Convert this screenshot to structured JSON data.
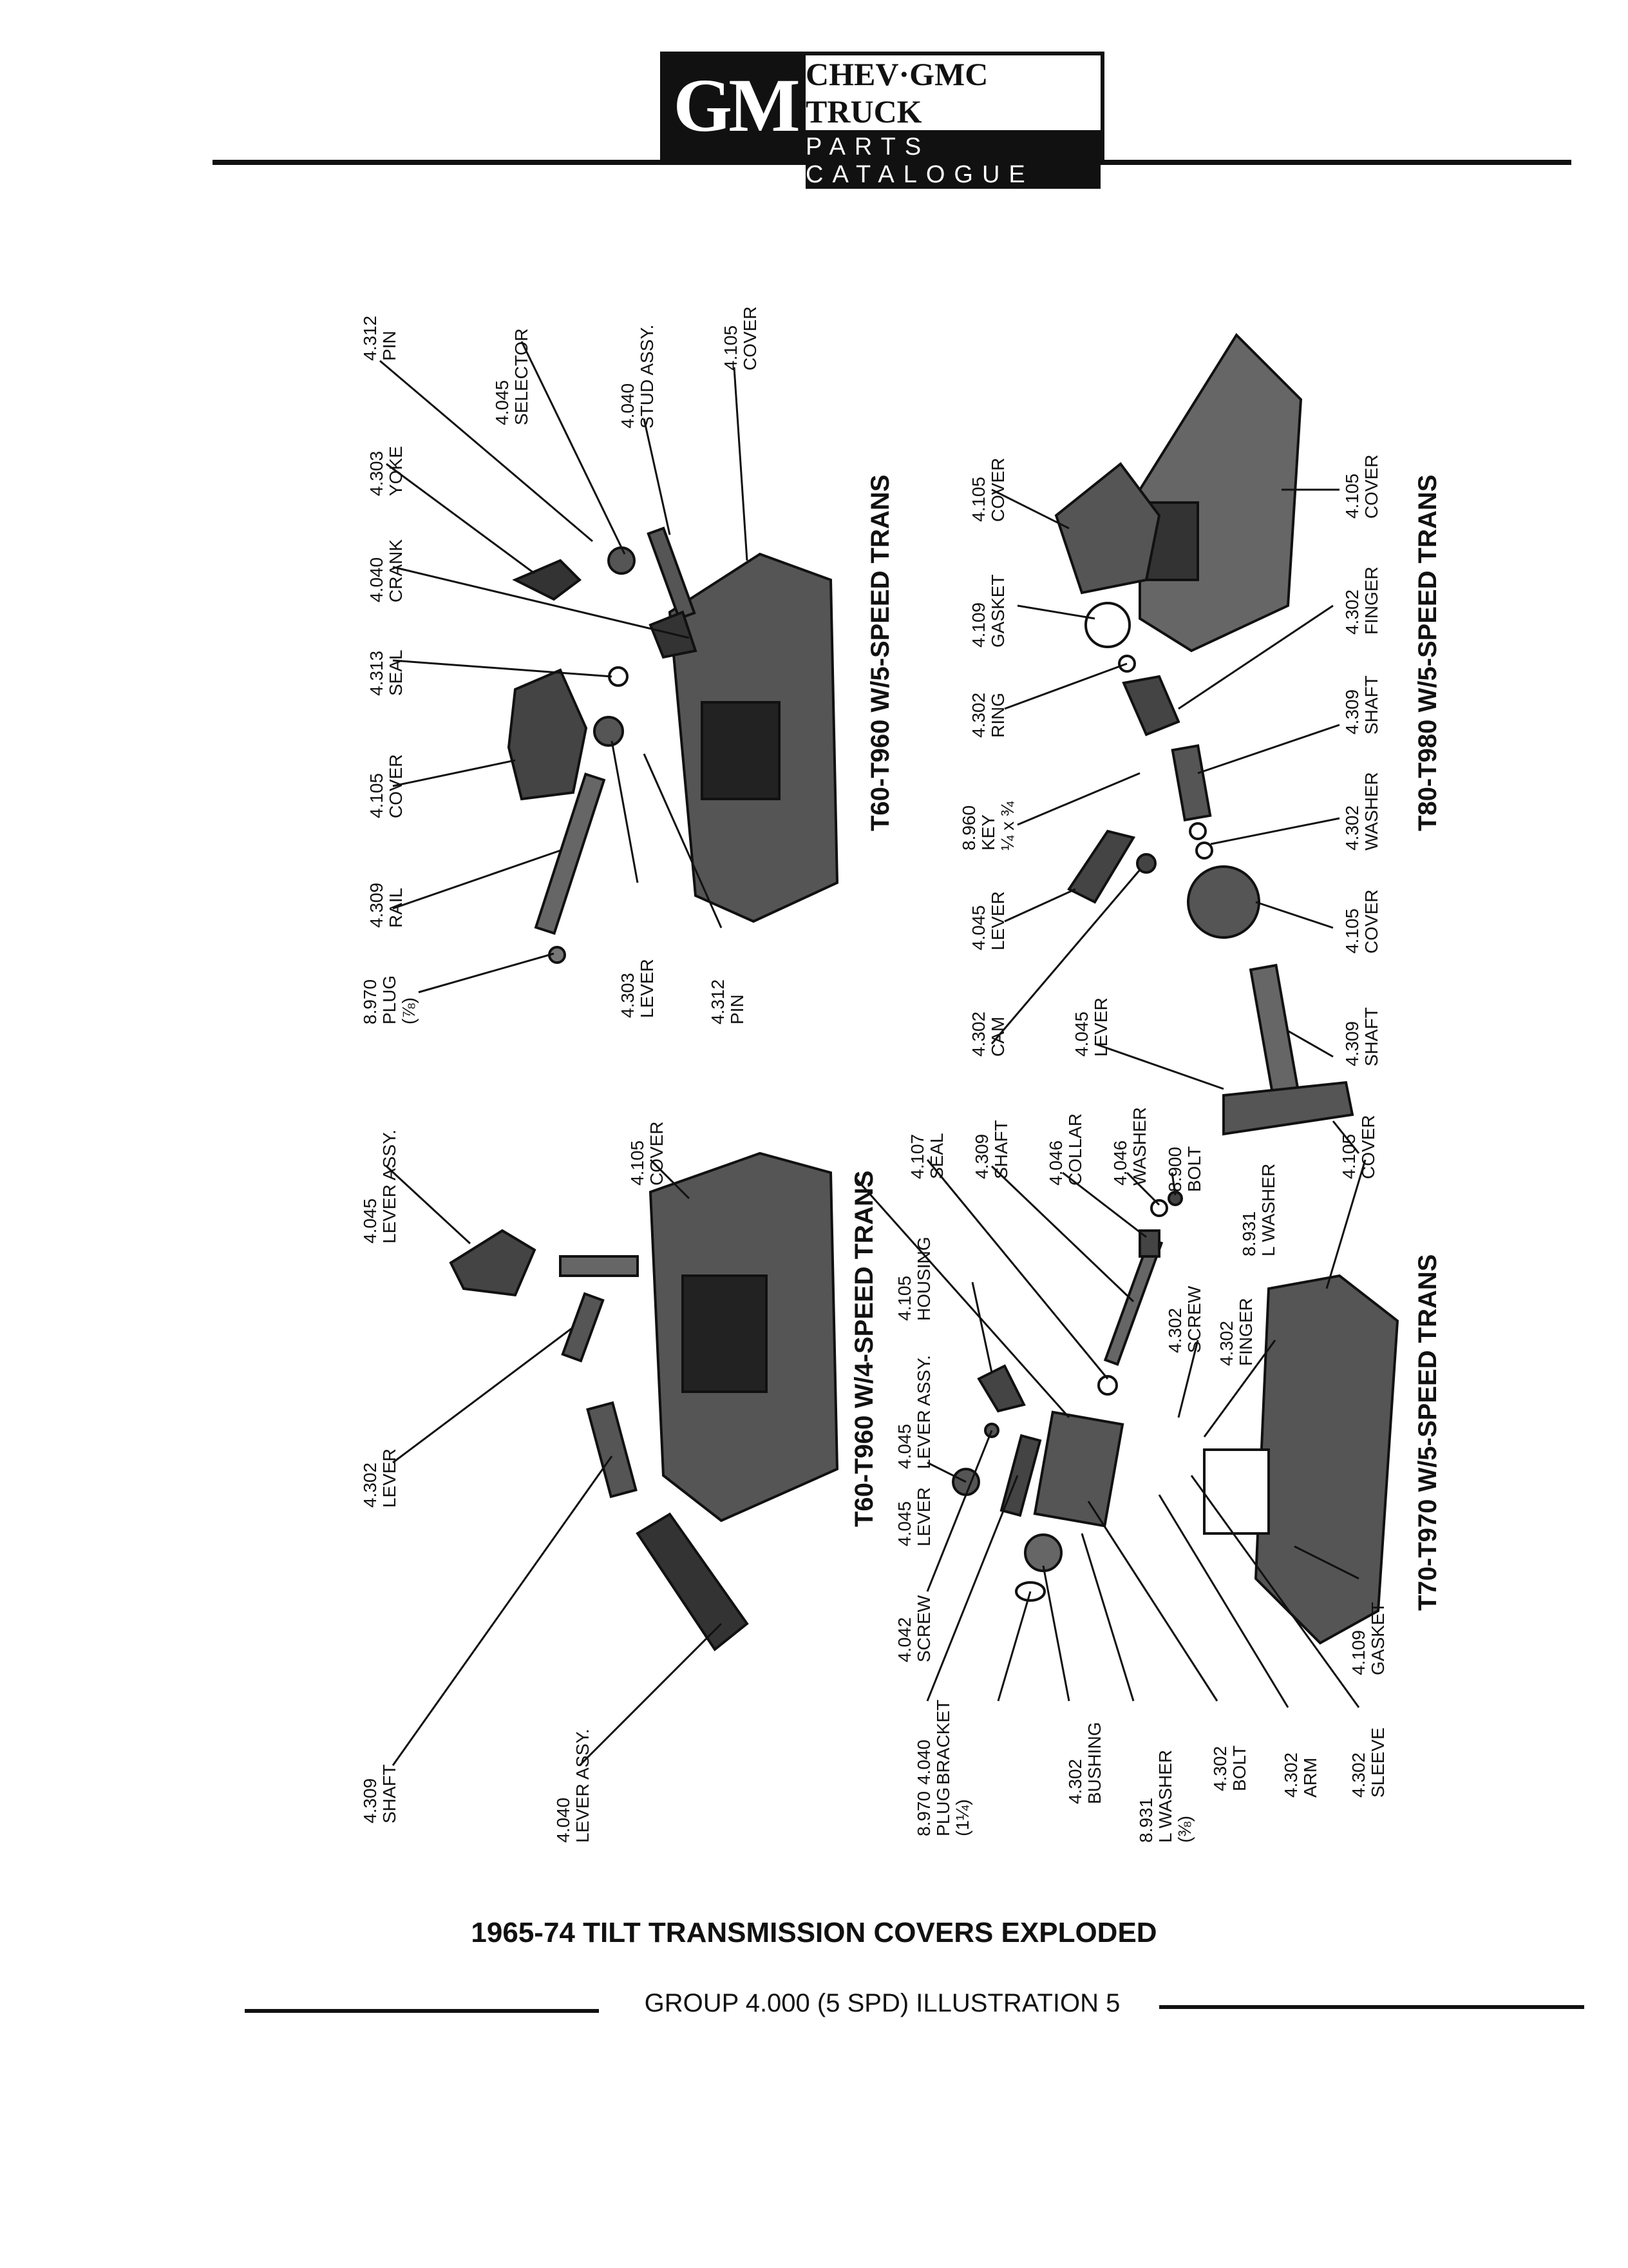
{
  "header": {
    "logo": "GM",
    "title": "CHEV·GMC TRUCK",
    "subtitle": "PARTS CATALOGUE"
  },
  "sections": {
    "t60_5speed": "T60-T960 W/5-SPEED TRANS",
    "t80_5speed": "T80-T980 W/5-SPEED TRANS",
    "t60_4speed": "T60-T960 W/4-SPEED TRANS",
    "t70_5speed": "T70-T970 W/5-SPEED TRANS"
  },
  "labels": {
    "a_pin": "4.312\nPIN",
    "a_selector": "4.045\nSELECTOR",
    "a_stud": "4.040\nSTUD ASSY.",
    "a_cover_top": "4.105\nCOVER",
    "a_yoke": "4.303\nYOKE",
    "a_crank": "4.040\nCRANK",
    "a_seal": "4.313\nSEAL",
    "a_cover_left": "4.105\nCOVER",
    "a_rail": "4.309\nRAIL",
    "a_plug": "8.970\nPLUG\n(⅞)",
    "a_lever": "4.303\nLEVER",
    "a_pin2": "4.312\nPIN",
    "b_cover1": "4.105\nCOVER",
    "b_cover2": "4.105\nCOVER",
    "b_gasket": "4.109\nGASKET",
    "b_finger": "4.302\nFINGER",
    "b_ring": "4.302\nRING",
    "b_shaft": "4.309\nSHAFT",
    "b_key": "8.960\nKEY\n¼ x ¾",
    "b_washer": "4.302\nWASHER",
    "b_lever": "4.045\nLEVER",
    "b_cover3": "4.105\nCOVER",
    "b_cam": "4.302\nCAM",
    "b_lever2": "4.045\nLEVER",
    "b_shaft2": "4.309\nSHAFT",
    "b_cover4": "4.105\nCOVER",
    "c_lever_assy": "4.045\nLEVER ASSY.",
    "c_cover": "4.105\nCOVER",
    "c_lever": "4.302\nLEVER",
    "c_shaft": "4.309\nSHAFT",
    "c_lever_assy2": "4.040\nLEVER ASSY.",
    "d_seal": "4.107\nSEAL",
    "d_shaft": "4.309\nSHAFT",
    "d_collar": "4.046\nCOLLAR",
    "d_washer": "4.046\nWASHER",
    "d_bolt": "8.900\nBOLT",
    "d_lwasher": "8.931\nL WASHER",
    "d_housing": "4.105\nHOUSING",
    "d_lever_assy": "4.045\nLEVER ASSY.",
    "d_lever": "4.045\nLEVER",
    "d_screw": "4.042\nSCREW",
    "d_screw2": "4.302\nSCREW",
    "d_finger": "4.302\nFINGER",
    "d_bracket": "4.040\nBRACKET",
    "d_plug": "8.970\nPLUG\n(1¼)",
    "d_bushing": "4.302\nBUSHING",
    "d_lwasher2": "8.931\nL WASHER\n(⅜)",
    "d_bolt2": "4.302\nBOLT",
    "d_arm": "4.302\nARM",
    "d_sleeve": "4.302\nSLEEVE",
    "d_gasket": "4.109\nGASKET"
  },
  "caption": "1965-74 TILT TRANSMISSION COVERS EXPLODED",
  "footer": "GROUP 4.000 (5 SPD) ILLUSTRATION 5"
}
